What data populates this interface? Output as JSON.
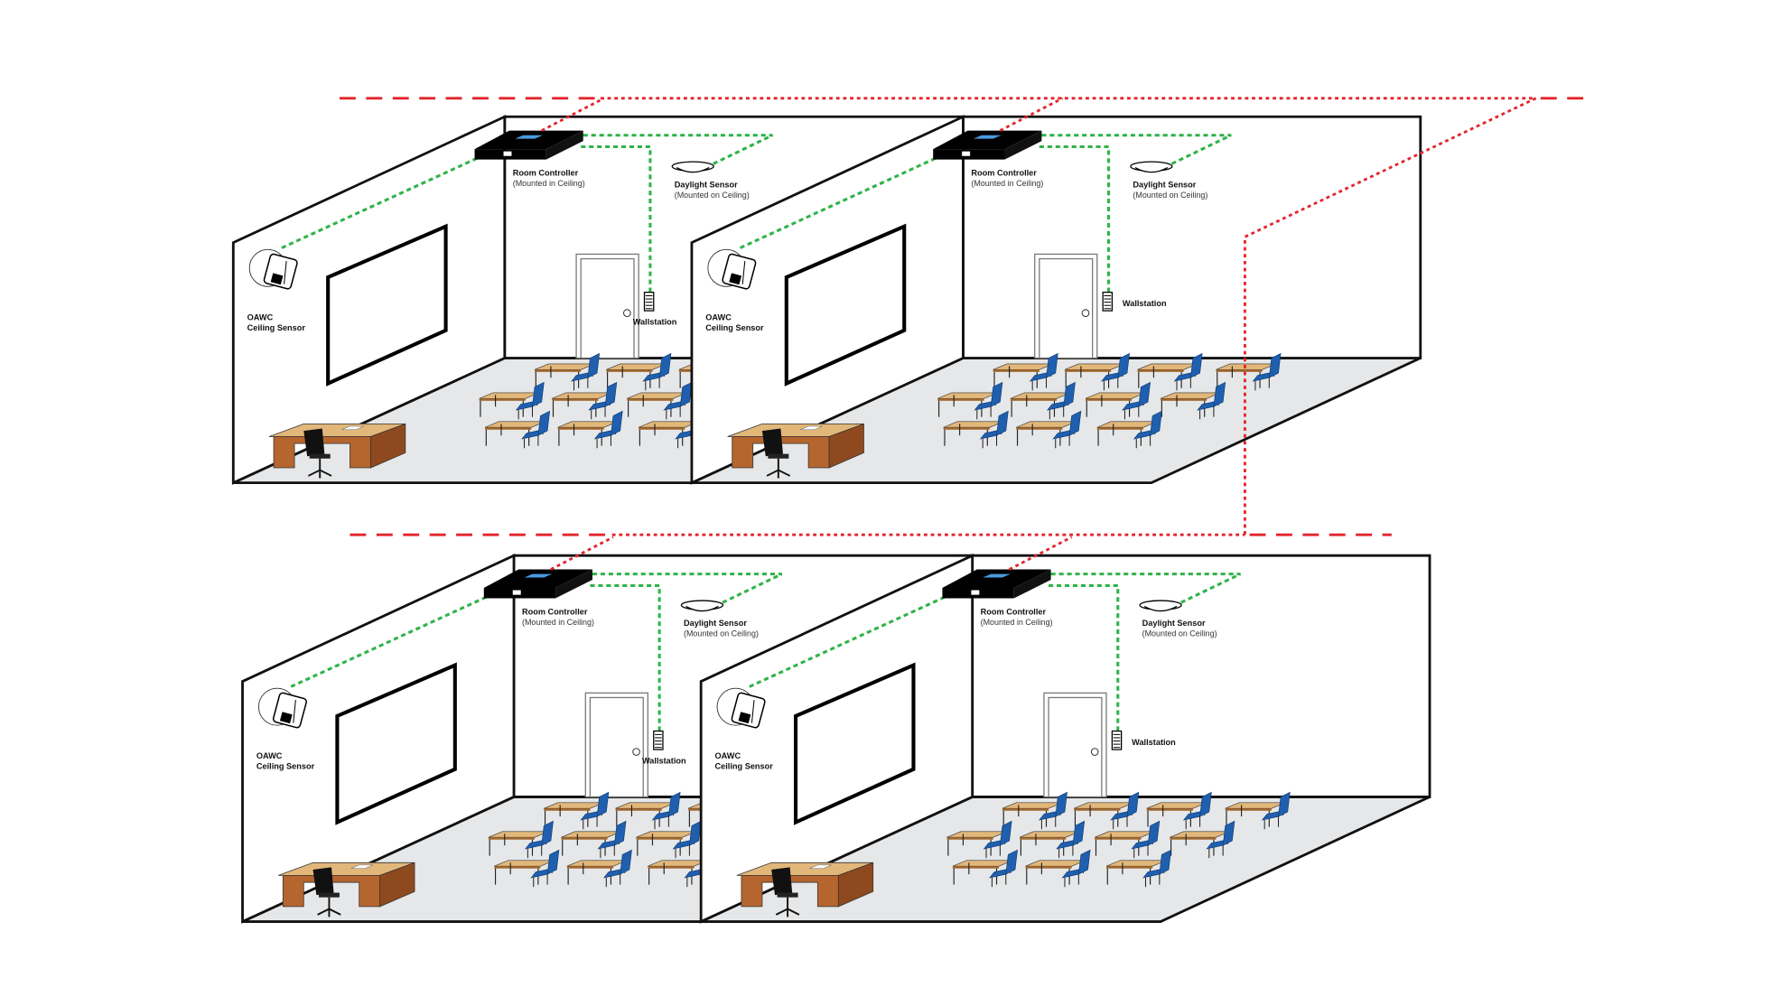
{
  "colors": {
    "network_line": "#e3242b",
    "sensor_line": "#2fb34a",
    "floor": "#e6e7e8",
    "wall_outline": "#111111",
    "desk_top": "#e2b77a",
    "desk_side": "#b5652e",
    "chair": "#1f5fae"
  },
  "rooms": [
    {
      "controller_title": "Room Controller",
      "controller_note": "(Mounted in Ceiling)",
      "daylight_title": "Daylight Sensor",
      "daylight_note": "(Mounted on Ceiling)",
      "oawc_line1": "OAWC",
      "oawc_line2": "Ceiling Sensor",
      "wallstation": "Wallstation"
    },
    {
      "controller_title": "Room Controller",
      "controller_note": "(Mounted in Ceiling)",
      "daylight_title": "Daylight Sensor",
      "daylight_note": "(Mounted on Ceiling)",
      "oawc_line1": "OAWC",
      "oawc_line2": "Ceiling Sensor",
      "wallstation": "Wallstation"
    },
    {
      "controller_title": "Room Controller",
      "controller_note": "(Mounted in Ceiling)",
      "daylight_title": "Daylight Sensor",
      "daylight_note": "(Mounted on Ceiling)",
      "oawc_line1": "OAWC",
      "oawc_line2": "Ceiling Sensor",
      "wallstation": "Wallstation"
    },
    {
      "controller_title": "Room Controller",
      "controller_note": "(Mounted in Ceiling)",
      "daylight_title": "Daylight Sensor",
      "daylight_note": "(Mounted on Ceiling)",
      "oawc_line1": "OAWC",
      "oawc_line2": "Ceiling Sensor",
      "wallstation": "Wallstation"
    }
  ]
}
